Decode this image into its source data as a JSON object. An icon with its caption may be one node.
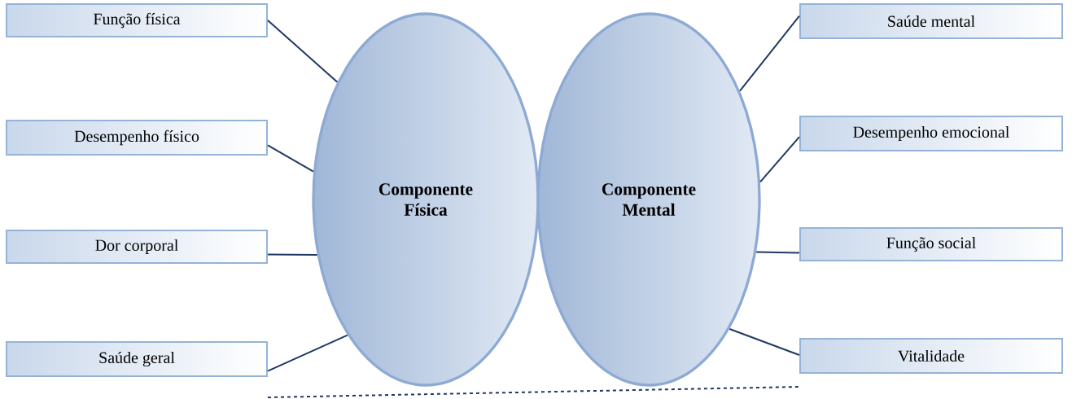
{
  "diagram": {
    "nodes": [
      {
        "text": [
          "Função física"
        ]
      },
      {
        "text": [
          "Desempenho físico"
        ]
      },
      {
        "text": [
          "Dor corporal"
        ]
      },
      {
        "text": [
          "Saúde geral"
        ]
      },
      {
        "text": [
          "Componente Física"
        ]
      },
      {
        "text": [
          "Componente Mental"
        ]
      },
      {
        "text": [
          "Saúde mental"
        ]
      },
      {
        "text": [
          "Desempenho emocional"
        ]
      },
      {
        "text": [
          "Função social"
        ]
      },
      {
        "text": [
          "Vitalidade"
        ]
      }
    ],
    "edges": [
      {
        "from": 0,
        "to": 4,
        "arrow": "none"
      },
      {
        "from": 1,
        "to": 4,
        "arrow": "none"
      },
      {
        "from": 2,
        "to": 4,
        "arrow": "none"
      },
      {
        "from": 3,
        "to": 4,
        "arrow": "none"
      },
      {
        "from": 5,
        "to": 6,
        "arrow": "none"
      },
      {
        "from": 5,
        "to": 7,
        "arrow": "none"
      },
      {
        "from": 5,
        "to": 8,
        "arrow": "none"
      },
      {
        "from": 5,
        "to": 9,
        "arrow": "none"
      },
      {
        "from": 3,
        "to": 9,
        "arrow": "none",
        "style": "dashed"
      }
    ]
  }
}
